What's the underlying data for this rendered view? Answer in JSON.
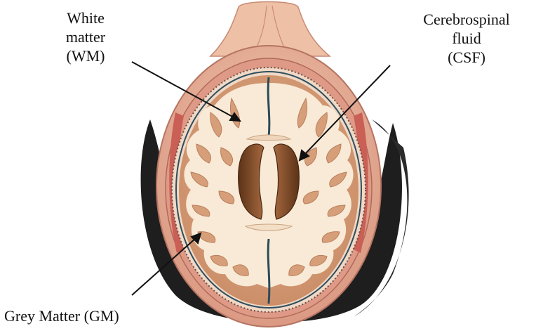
{
  "labels": {
    "white_matter": [
      "White",
      "matter",
      "(WM)"
    ],
    "csf": [
      "Cerebrospinal",
      "fluid",
      "(CSF)"
    ],
    "grey_matter": "Grey Matter (GM)"
  },
  "colors": {
    "scalp": "#e9b9a0",
    "skull_band": "#d98b78",
    "meninges": "#9c6a5e",
    "grey_matter": "#d69f79",
    "white_matter": "#f8ead6",
    "ventricle": "#8a5633",
    "ventricle_dark": "#5b3217",
    "background_shadow": "#1c1c1c",
    "arrow": "#111111"
  }
}
